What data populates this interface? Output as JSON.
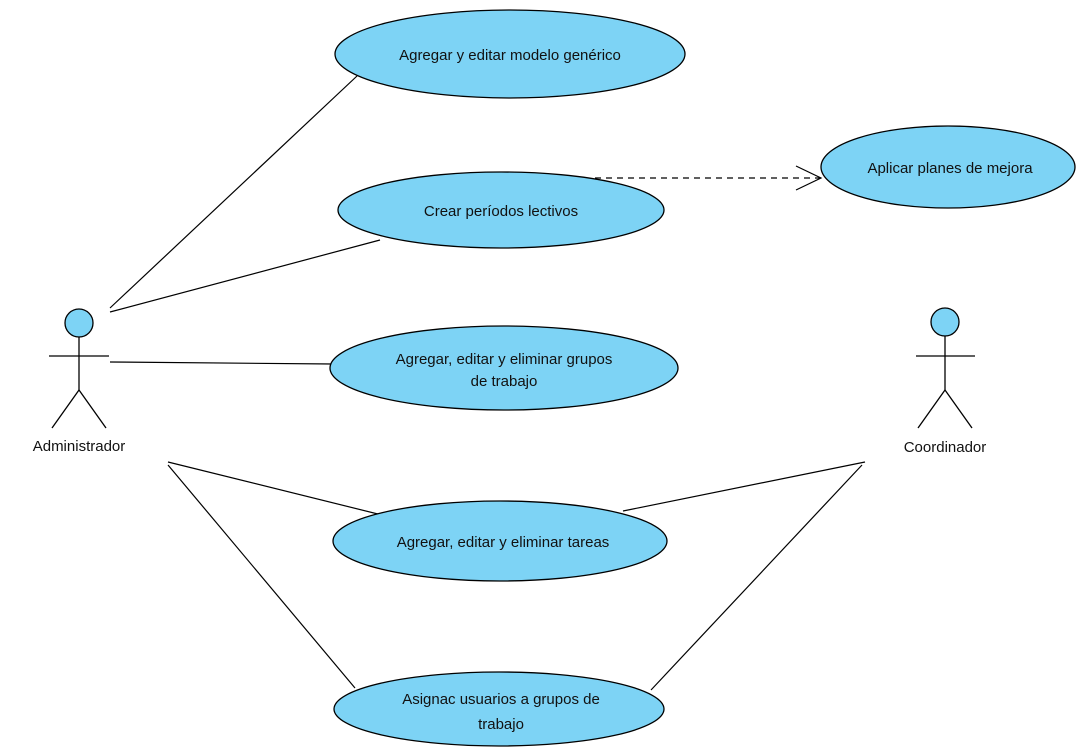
{
  "actors": {
    "admin": {
      "label": "Administrador"
    },
    "coord": {
      "label": "Coordinador"
    }
  },
  "use_cases": [
    {
      "id": "uc1",
      "lines": [
        "Agregar y editar modelo genérico"
      ]
    },
    {
      "id": "uc2",
      "lines": [
        "Crear períodos lectivos"
      ]
    },
    {
      "id": "uc3",
      "lines": [
        "Aplicar planes de mejora"
      ]
    },
    {
      "id": "uc4",
      "lines": [
        "Agregar, editar y eliminar grupos",
        "de trabajo"
      ]
    },
    {
      "id": "uc5",
      "lines": [
        "Agregar, editar y eliminar tareas"
      ]
    },
    {
      "id": "uc6",
      "lines": [
        "Asignac usuarios a grupos de",
        "trabajo"
      ]
    }
  ],
  "colors": {
    "use_case_fill": "#7dd3f5",
    "actor_head_fill": "#7dd3f5",
    "stroke": "#000000"
  }
}
